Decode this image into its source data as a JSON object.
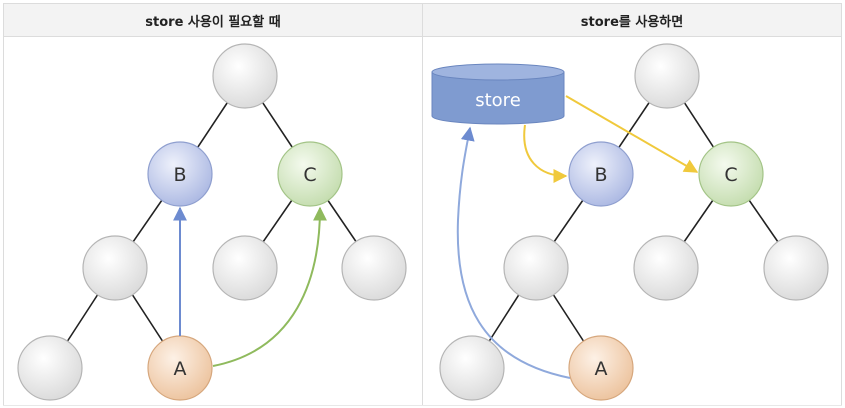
{
  "headers": {
    "left": "store 사용이 필요할 때",
    "right": "store를 사용하면"
  },
  "nodes": {
    "b": "B",
    "c": "C",
    "a": "A"
  },
  "store_label": "store",
  "colors": {
    "gray_node": "#e6e6e6",
    "b_node": "#b9c3e6",
    "c_node": "#cfe3bd",
    "a_node": "#f2d2b2",
    "store_fill": "#7f9bd0",
    "blue_arrow": "#6d8bd0",
    "green_arrow": "#8fba5d",
    "yellow_arrow": "#f0c93c",
    "edge": "#222222"
  }
}
